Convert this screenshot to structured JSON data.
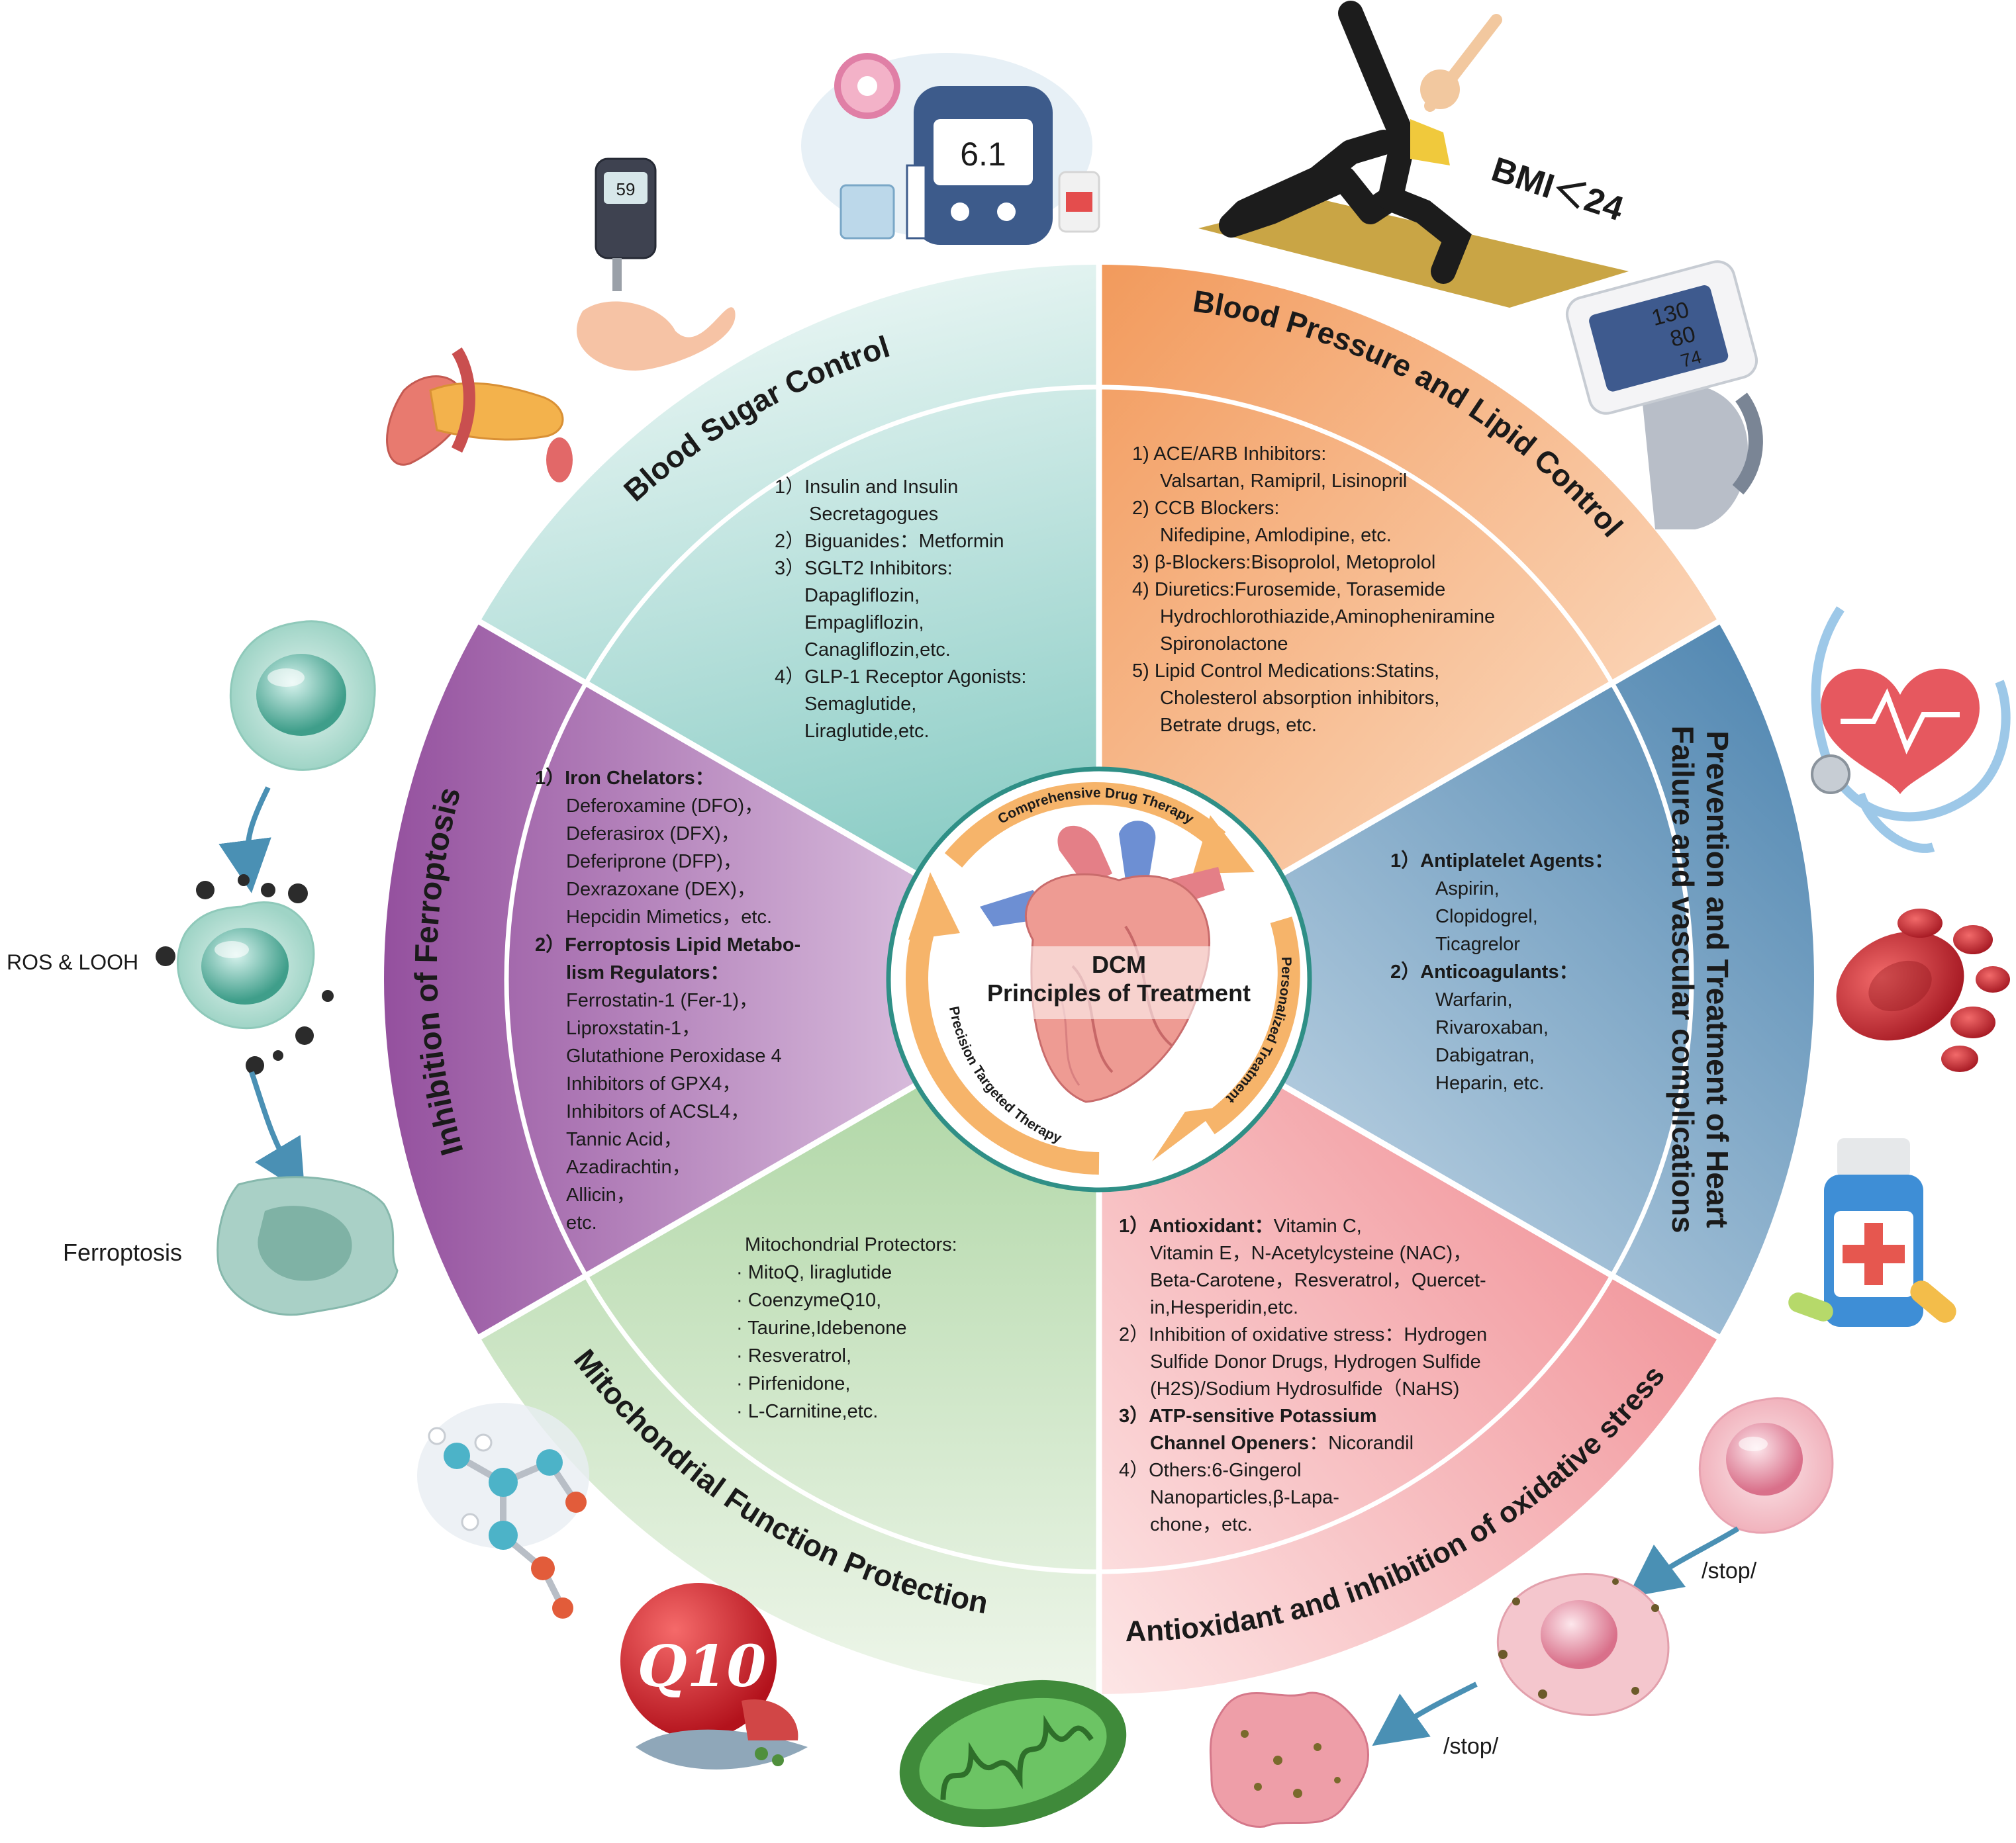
{
  "center": {
    "title_line1": "DCM",
    "title_line2": "Principles of Treatment",
    "arc_top": "Comprehensive Drug Therapy",
    "arc_right": "Personalized Treatment",
    "arc_left": "Precision Targeted Therapy"
  },
  "sectors": {
    "blood_sugar": {
      "title": "Blood Sugar Control",
      "lines": [
        "1）Insulin and Insulin",
        "Secretagogues",
        "2）Biguanides：Metformin",
        "3）SGLT2 Inhibitors:",
        "Dapagliflozin,",
        "Empagliflozin,",
        "Canagliflozin,etc.",
        "4）GLP-1 Receptor Agonists:",
        "Semaglutide,",
        "Liraglutide,etc."
      ]
    },
    "blood_pressure": {
      "title": "Blood Pressure and Lipid Control",
      "lines": [
        "1) ACE/ARB Inhibitors:",
        "Valsartan, Ramipril, Lisinopril",
        "2) CCB Blockers:",
        "Nifedipine, Amlodipine, etc.",
        "3) β-Blockers:Bisoprolol, Metoprolol",
        "4) Diuretics:Furosemide, Torasemide",
        "Hydrochlorothiazide,Aminopheniramine",
        "Spironolactone",
        "5) Lipid Control Medications:Statins,",
        "Cholesterol absorption inhibitors,",
        "Betrate drugs, etc."
      ]
    },
    "heart_failure": {
      "title_line1": "Prevention and Treatment of Heart",
      "title_line2": "Failure and vascular complications",
      "head1": "1）Antiplatelet Agents：",
      "items1": [
        "Aspirin,",
        "Clopidogrel,",
        "Ticagrelor"
      ],
      "head2": "2）Anticoagulants：",
      "items2": [
        "Warfarin,",
        "Rivaroxaban,",
        "Dabigatran,",
        "Heparin, etc."
      ]
    },
    "antioxidant": {
      "title": "Antioxidant and inhibition of oxidative stress",
      "l1_bold": "1）Antioxidant：",
      "l1_rest": "Vitamin C,",
      "lines_a": [
        "Vitamin E，N-Acetylcysteine (NAC)，",
        "Beta-Carotene，Resveratrol，Quercet-",
        "in,Hesperidin,etc.",
        "2）Inhibition of oxidative stress：Hydrogen",
        "Sulfide Donor Drugs, Hydrogen Sulfide",
        "(H2S)/Sodium Hydrosulfide（NaHS)"
      ],
      "l3_bold": "3）ATP-sensitive Potassium",
      "l3b_bold": "Channel Openers",
      "l3b_rest": "：Nicorandil",
      "lines_b": [
        "4）Others:6-Gingerol",
        "Nanoparticles,β-Lapa-",
        "chone，etc."
      ]
    },
    "mitochondrial": {
      "title": "Mitochondrial Function Protection",
      "lines": [
        "Mitochondrial Protectors:",
        "· MitoQ, liraglutide",
        "· CoenzymeQ10,",
        "· Taurine,Idebenone",
        "· Resveratrol,",
        "· Pirfenidone,",
        "· L-Carnitine,etc."
      ]
    },
    "ferroptosis": {
      "title": "Inhibition of Ferroptosis",
      "head1": "1）Iron Chelators：",
      "items1": [
        "Deferoxamine (DFO)，",
        "Deferasirox (DFX)，",
        "Deferiprone (DFP)，",
        "Dexrazoxane (DEX)，",
        "Hepcidin Mimetics，etc."
      ],
      "head2a": "2）Ferroptosis Lipid Metabo-",
      "head2b": "lism Regulators：",
      "items2": [
        "Ferrostatin-1 (Fer-1)，",
        "Liproxstatin-1，",
        "Glutathione Peroxidase 4",
        "Inhibitors of GPX4，",
        "Inhibitors of ACSL4，",
        "Tannic Acid，",
        "Azadirachtin，",
        "Allicin，",
        "etc."
      ]
    }
  },
  "outer": {
    "ros_label": "ROS & LOOH",
    "ferroptosis_label": "Ferroptosis",
    "bmi_label": "BMI＜24",
    "glucose_reading": "6.1",
    "meter_reading": "59",
    "bp_sys": "130",
    "bp_dia": "80",
    "bp_pulse": "74",
    "q10_label": "Q10",
    "stop1": "/stop/",
    "stop2": "/stop/"
  },
  "colors": {
    "blood_sugar": "#5cb8b0",
    "blood_pressure": "#f3a164",
    "heart_failure": "#4f86b0",
    "antioxidant": "#e8737c",
    "mitochondrial": "#8cc084",
    "ferroptosis": "#9a5ba4",
    "arrows": "#f6b46a",
    "ring": "#2f8f86"
  }
}
